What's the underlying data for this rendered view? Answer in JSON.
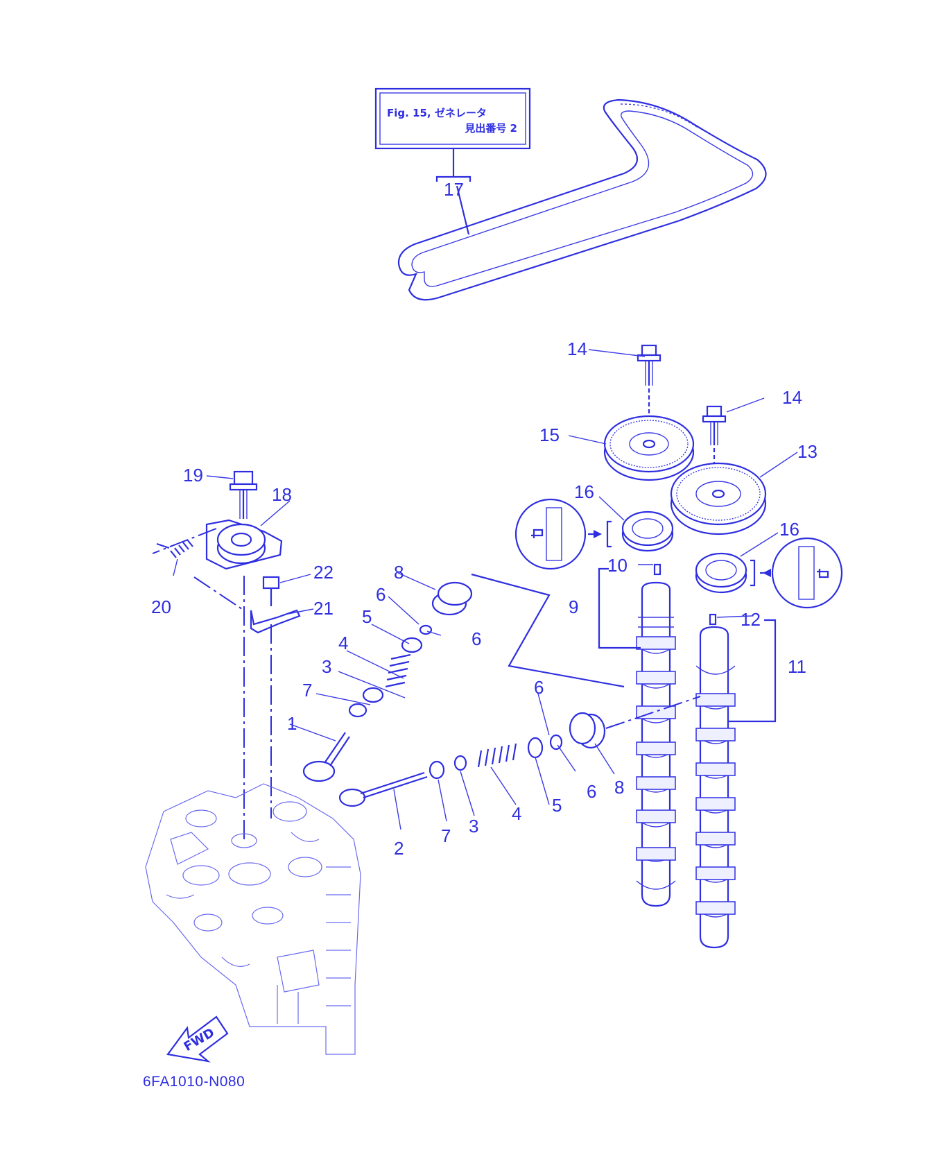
{
  "reference_box": {
    "line1": "Fig. 15, ゼネレータ",
    "line2": "見出番号 2"
  },
  "callouts": {
    "c1": "1",
    "c2": "2",
    "c3a": "3",
    "c3b": "3",
    "c4a": "4",
    "c4b": "4",
    "c5a": "5",
    "c5b": "5",
    "c6a": "6",
    "c6b": "6",
    "c6c": "6",
    "c6d": "6",
    "c7a": "7",
    "c7b": "7",
    "c8a": "8",
    "c8b": "8",
    "c9": "9",
    "c10": "10",
    "c11": "11",
    "c12": "12",
    "c13": "13",
    "c14a": "14",
    "c14b": "14",
    "c15": "15",
    "c16a": "16",
    "c16b": "16",
    "c17": "17",
    "c18": "18",
    "c19": "19",
    "c20": "20",
    "c21": "21",
    "c22": "22"
  },
  "fwd_label": "FWD",
  "diagram_code": "6FA1010-N080",
  "icons": [
    "timing-belt-icon",
    "camshaft-pulley-icon",
    "bolt-icon",
    "oil-seal-icon",
    "camshaft-icon",
    "valve-icon",
    "valve-spring-icon",
    "tensioner-icon",
    "fwd-arrow-icon"
  ],
  "accent_color": "#2e2ee0"
}
